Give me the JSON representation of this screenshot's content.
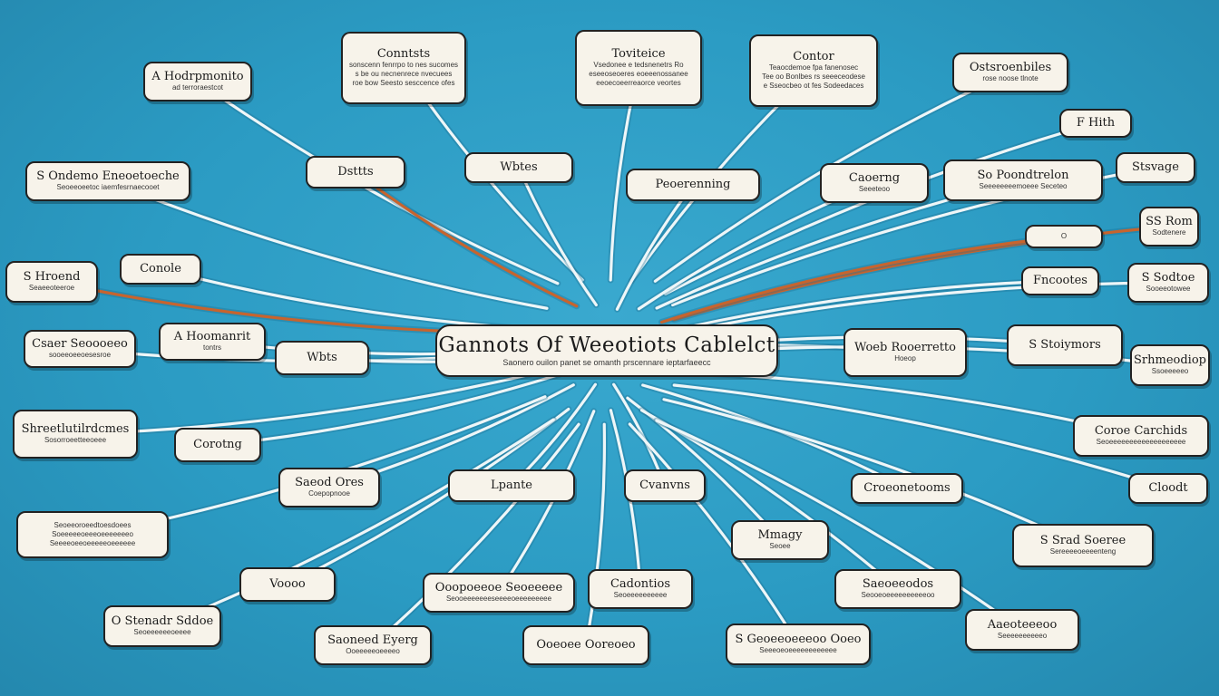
{
  "colors": {
    "background": "#2b9bc3",
    "node_fill": "#f7f3ea",
    "node_border": "#222222",
    "link": "#eef6f8",
    "accent_link": "#c7642e"
  },
  "nodes": {
    "central": {
      "title": "Gannots Of Weeotiots Cablelct",
      "sub": [
        "Saonero ouilon panet se omanth prscennare ieptarfaeecc"
      ]
    },
    "n_top1": {
      "title": "Conntsts",
      "sub": [
        "sonscenn fenrrpo to nes sucomes",
        "s be ou necnenrece nvecuees",
        "roe bow Seesto sesccence ofes"
      ]
    },
    "n_top2": {
      "title": "Toviteice",
      "sub": [
        "Vsedonee e tedsnenetrs Ro",
        "eseeoseoeres eoeeenossanee",
        "eeoecoeerreaorce veortes"
      ]
    },
    "n_top3": {
      "title": "Contor",
      "sub": [
        "Teaocdemoe fpa fanenosec",
        "Tee oo Bonlbes rs seeeceodese",
        "e Sseocbeo ot fes Sodeedaces"
      ]
    },
    "n_a": {
      "title": "A Hodrpmonito",
      "sub": [
        "ad terroraestcot"
      ]
    },
    "n_ctc": {
      "title": "Ostsroenbiles",
      "sub": [
        "rose noose tlnote"
      ]
    },
    "n_fh": {
      "title": "F Hith",
      "sub": []
    },
    "n_stsvage": {
      "title": "Stsvage",
      "sub": []
    },
    "n_sorderm": {
      "title": "S Ondemo Eneoetoeche",
      "sub": [
        "Seoeeoeetoc iaemfesrnaecooet"
      ]
    },
    "n_dstts": {
      "title": "Dsttts",
      "sub": []
    },
    "n_wbts": {
      "title": "Wbtes",
      "sub": []
    },
    "n_prog": {
      "title": "Peoerenning",
      "sub": []
    },
    "n_cacing": {
      "title": "Caoerng",
      "sub": [
        "Seeeteoo"
      ]
    },
    "n_penth": {
      "title": "So      Poondtrelon",
      "sub": [
        "Seeeeeeeemoeee Seceteo"
      ]
    },
    "n_ss": {
      "title": "SS Rom",
      "sub": [
        "Sodtenere"
      ]
    },
    "n_ofc": {
      "title": "",
      "sub": [
        "O"
      ]
    },
    "n_hrand": {
      "title": "S Hroend",
      "sub": [
        "Seaeeoteeroe"
      ]
    },
    "n_conole": {
      "title": "Conole",
      "sub": []
    },
    "n_fnetts": {
      "title": "Fncootes",
      "sub": []
    },
    "n_stod": {
      "title": "S Sodtoe",
      "sub": [
        "Sooeeotowee"
      ]
    },
    "n_csboer": {
      "title": "Csaer Seoooeeo",
      "sub": [
        "sooeeoeeoesesroe"
      ]
    },
    "n_atol": {
      "title": "A Hoomanrit",
      "sub": [
        "tontrs"
      ]
    },
    "n_wbs": {
      "title": "Wbts",
      "sub": []
    },
    "n_wsit": {
      "title": "Woeb Rooerretto",
      "sub": [
        "Hoeop"
      ]
    },
    "n_stpo": {
      "title": "S Stoiymors",
      "sub": []
    },
    "n_srem": {
      "title": "Srhmeodiop",
      "sub": [
        "Ssoeeeeeo"
      ]
    },
    "n_shorb": {
      "title": "Shreetlutilrdcmes",
      "sub": [
        "Sosorroeetteeoeee"
      ]
    },
    "n_corting": {
      "title": "Corotng",
      "sub": []
    },
    "n_scr": {
      "title": "Coroe Carchids",
      "sub": [
        "Seoeeeeeeeeeeeeeeeeeee"
      ]
    },
    "n_saeoes": {
      "title": "Saeod Ores",
      "sub": [
        "Coepopnooe"
      ]
    },
    "n_lpant": {
      "title": "Lpante",
      "sub": []
    },
    "n_cvanns": {
      "title": "Cvanvns",
      "sub": []
    },
    "n_cronet": {
      "title": "Croeonetooms",
      "sub": []
    },
    "n_cloodt": {
      "title": "Cloodt",
      "sub": []
    },
    "n_sdlong": {
      "title": "",
      "sub": [
        "Seoeeoroeedtoesdoees",
        "Soeeeeeoeeeoeeeeeeeo",
        "Seeeeoeeoeeeeeoeeeeee"
      ]
    },
    "n_scard": {
      "title": "S Srad Soeree",
      "sub": [
        "Sereeeeoeeeenteng"
      ]
    },
    "n_mmag": {
      "title": "Mmagy",
      "sub": [
        "Seoee"
      ]
    },
    "n_voo": {
      "title": "Voooo",
      "sub": []
    },
    "n_ocomt": {
      "title": "Ooopoeeoe Seoeeeee",
      "sub": [
        "Seooeeeeeeeseeeeoeeeeeeeee"
      ]
    },
    "n_cabn": {
      "title": "Cadontios",
      "sub": [
        "Seoeeeeeeeeee"
      ]
    },
    "n_soocel": {
      "title": "Saeoeeodos",
      "sub": [
        "Seooeoeeeeeeeeeeoo"
      ]
    },
    "n_rsdcd": {
      "title": "O   Stenadr Sddoe",
      "sub": [
        "Seoeeeeeeoeeee"
      ]
    },
    "n_sabet": {
      "title": "Saoneed Eyerg",
      "sub": [
        "Ooeeeeeoeeeeo"
      ]
    },
    "n_coptor": {
      "title": "Ooeoee Ooreoeo",
      "sub": []
    },
    "n_gedem": {
      "title": "S Geoeeoeeeoo Ooeo",
      "sub": [
        "Seeeoeoeeeeeeeeeeee"
      ]
    },
    "n_aamop": {
      "title": "Aaeoteeeoo",
      "sub": [
        "Seeeeeeeeeeo"
      ]
    }
  }
}
